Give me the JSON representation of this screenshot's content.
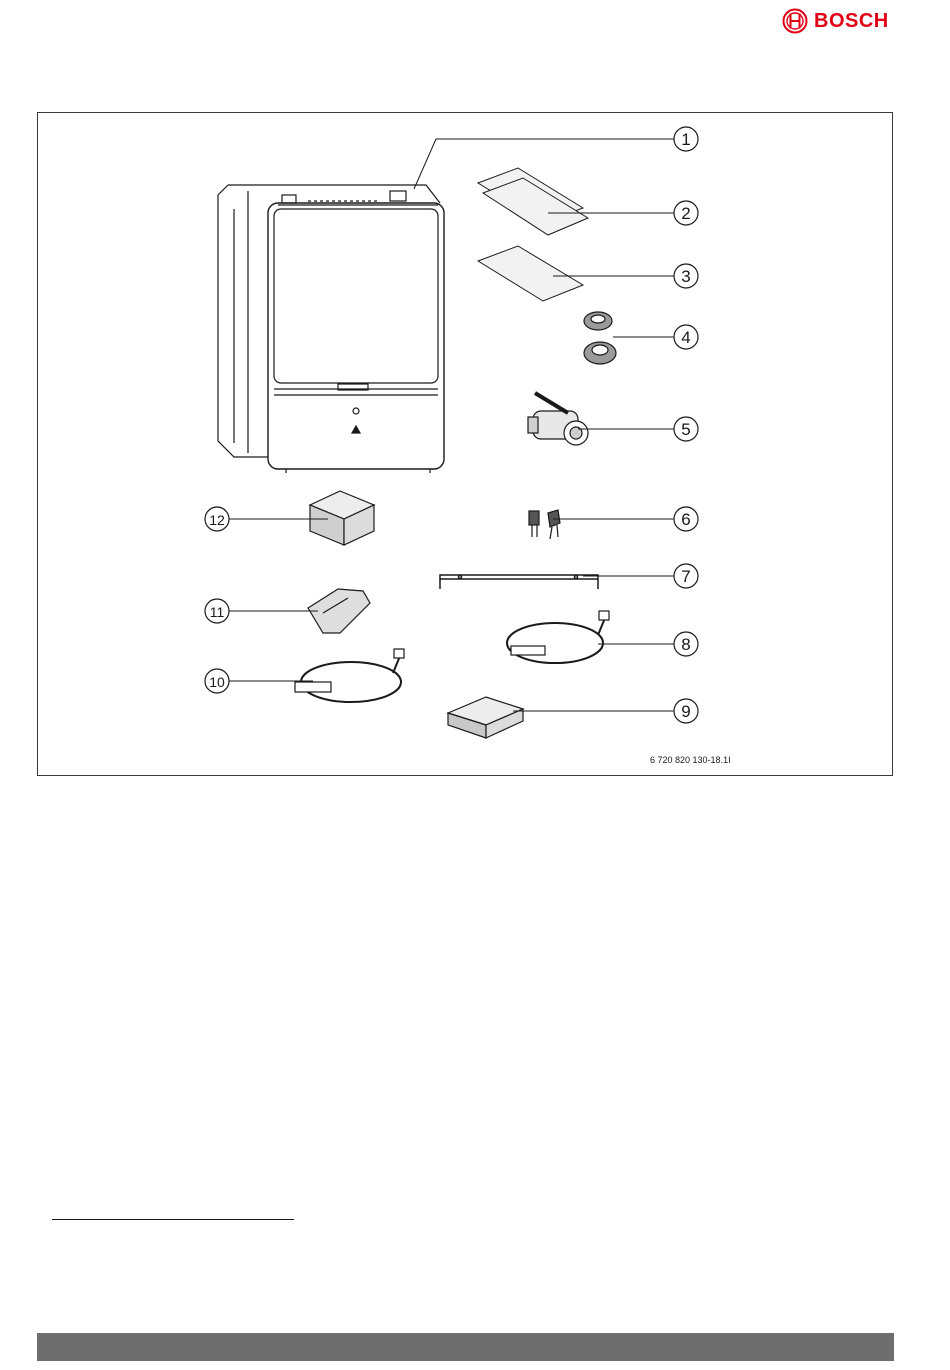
{
  "header": {
    "brand": "BOSCH",
    "logo_icon": "bosch-armature-icon"
  },
  "figure": {
    "code": "6 720 820 130-18.1I",
    "callouts": [
      "1",
      "2",
      "3",
      "4",
      "5",
      "6",
      "7",
      "8",
      "9",
      "10",
      "11",
      "12"
    ]
  },
  "colors": {
    "text": "#1a1a1a",
    "logo_red": "#e20015",
    "footer_bar": "#6e6e6e"
  }
}
